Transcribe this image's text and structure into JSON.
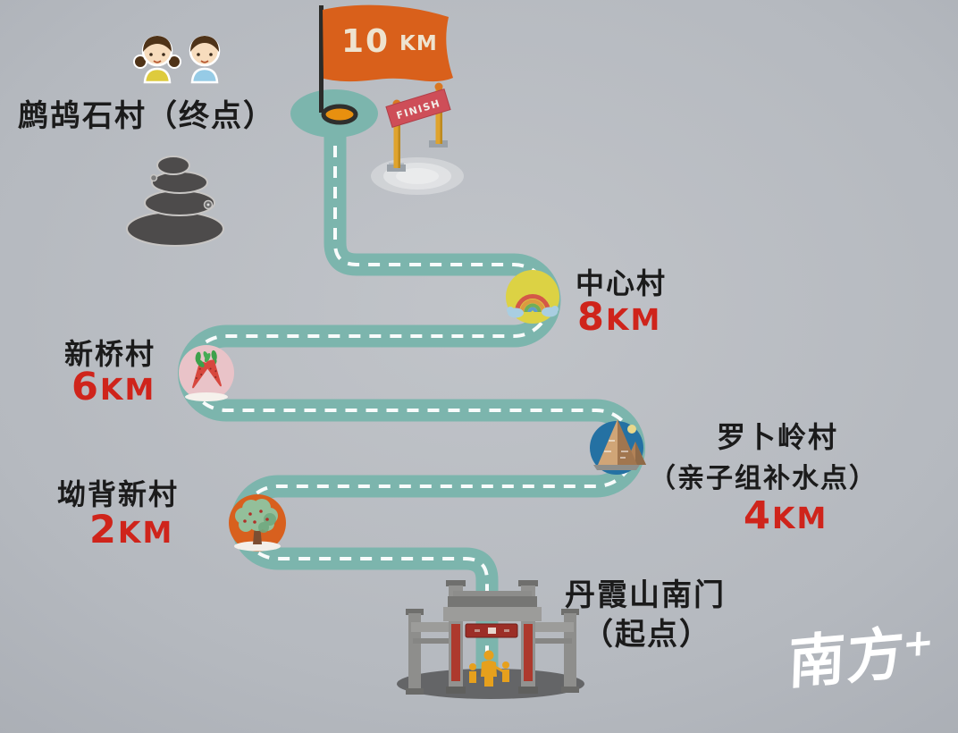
{
  "finish_flag": {
    "value": "10",
    "unit": "KM",
    "color": "#d9601b"
  },
  "finish_banner": {
    "label": "FINISH",
    "color": "#ce4e58"
  },
  "endpoint": {
    "label": "鹧鸪石村（终点）",
    "icons": [
      "girl-icon",
      "boy-icon",
      "stacked-stones-icon"
    ]
  },
  "start": {
    "name": "丹霞山南门",
    "subtitle": "（起点）",
    "icon": "gate-icon"
  },
  "waypoints": [
    {
      "name": "坳背新村",
      "distance_value": "2",
      "distance_unit": "KM",
      "icon": "tree-icon",
      "icon_bg": "#d8601e"
    },
    {
      "name": "罗卜岭村",
      "subtitle": "（亲子组补水点）",
      "distance_value": "4",
      "distance_unit": "KM",
      "icon": "mountain-icon",
      "icon_bg": "#2471a3"
    },
    {
      "name": "新桥村",
      "distance_value": "6",
      "distance_unit": "KM",
      "icon": "carrot-heart-icon",
      "icon_bg": "#e9c3c8"
    },
    {
      "name": "中心村",
      "distance_value": "8",
      "distance_unit": "KM",
      "icon": "rainbow-icon",
      "icon_bg": "#dcd244"
    }
  ],
  "logo": {
    "main": "南方",
    "plus": "+"
  },
  "colors": {
    "route": "#7cb5ad",
    "route_dash": "#ffffff",
    "distance_red": "#cf241b",
    "text_black": "#1b1b1b",
    "background": "#b5b9bf"
  }
}
